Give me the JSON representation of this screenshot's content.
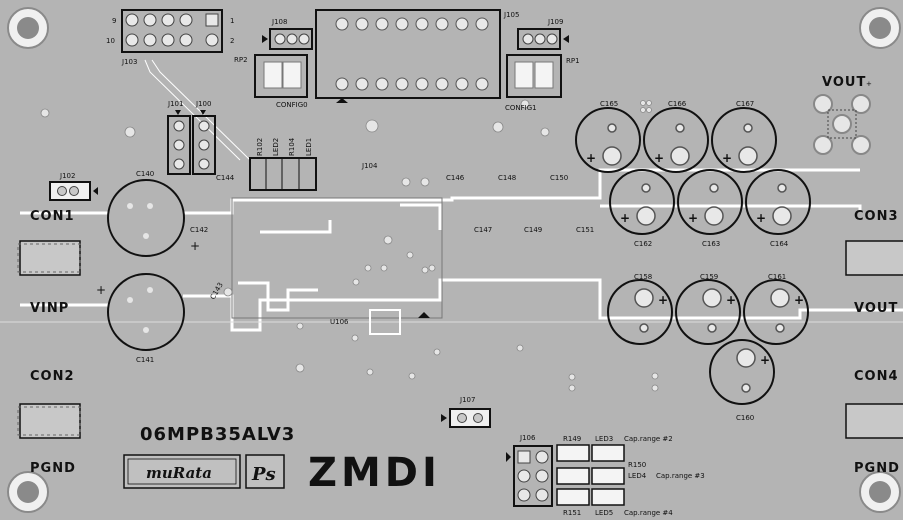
{
  "board": {
    "colors": {
      "background": "#b4b4b4",
      "silk": "#ffffff",
      "ink": "#111111",
      "pad": "#c8c8c8"
    },
    "part_number": "06MPB35ALV3",
    "logo_left": "muRata",
    "logo_ps": "Ps",
    "logo_main": "ZMDI"
  },
  "connectors": {
    "con1": "CON1",
    "con2": "CON2",
    "con3": "CON3",
    "con4": "CON4",
    "vinp": "VINP",
    "pgnd_left": "PGND",
    "pgnd_right": "PGND",
    "vout_right": "VOUT",
    "vout_top": "VOUT"
  },
  "refdes": {
    "j103": "J103",
    "j108": "J108",
    "j105": "J105",
    "j109": "J109",
    "rp2": "RP2",
    "rp1": "RP1",
    "config0": "CONFIG0",
    "config1": "CONFIG1",
    "j101": "J101",
    "j100": "J100",
    "j102": "J102",
    "j104": "J104",
    "c140": "C140",
    "c141": "C141",
    "c142": "C142",
    "c143": "C143",
    "c144": "C144",
    "r102": "R102",
    "led2": "LED2",
    "r104": "R104",
    "led1": "LED1",
    "c146": "C146",
    "c148": "C148",
    "c150": "C150",
    "c147": "C147",
    "c149": "C149",
    "c151": "C151",
    "c165": "C165",
    "c166": "C166",
    "c167": "C167",
    "c162": "C162",
    "c163": "C163",
    "c164": "C164",
    "c158": "C158",
    "c159": "C159",
    "c161": "C161",
    "c160": "C160",
    "u106": "U106",
    "j107": "J107",
    "j106": "J106",
    "r149": "R149",
    "led3": "LED3",
    "r150": "R150",
    "led4": "LED4",
    "r151": "R151",
    "led5": "LED5",
    "cap_range_2": "Cap.range #2",
    "cap_range_3": "Cap.range #3",
    "cap_range_4": "Cap.range #4",
    "pin9": "9",
    "pin10": "10",
    "pin1": "1",
    "pin2": "2"
  }
}
